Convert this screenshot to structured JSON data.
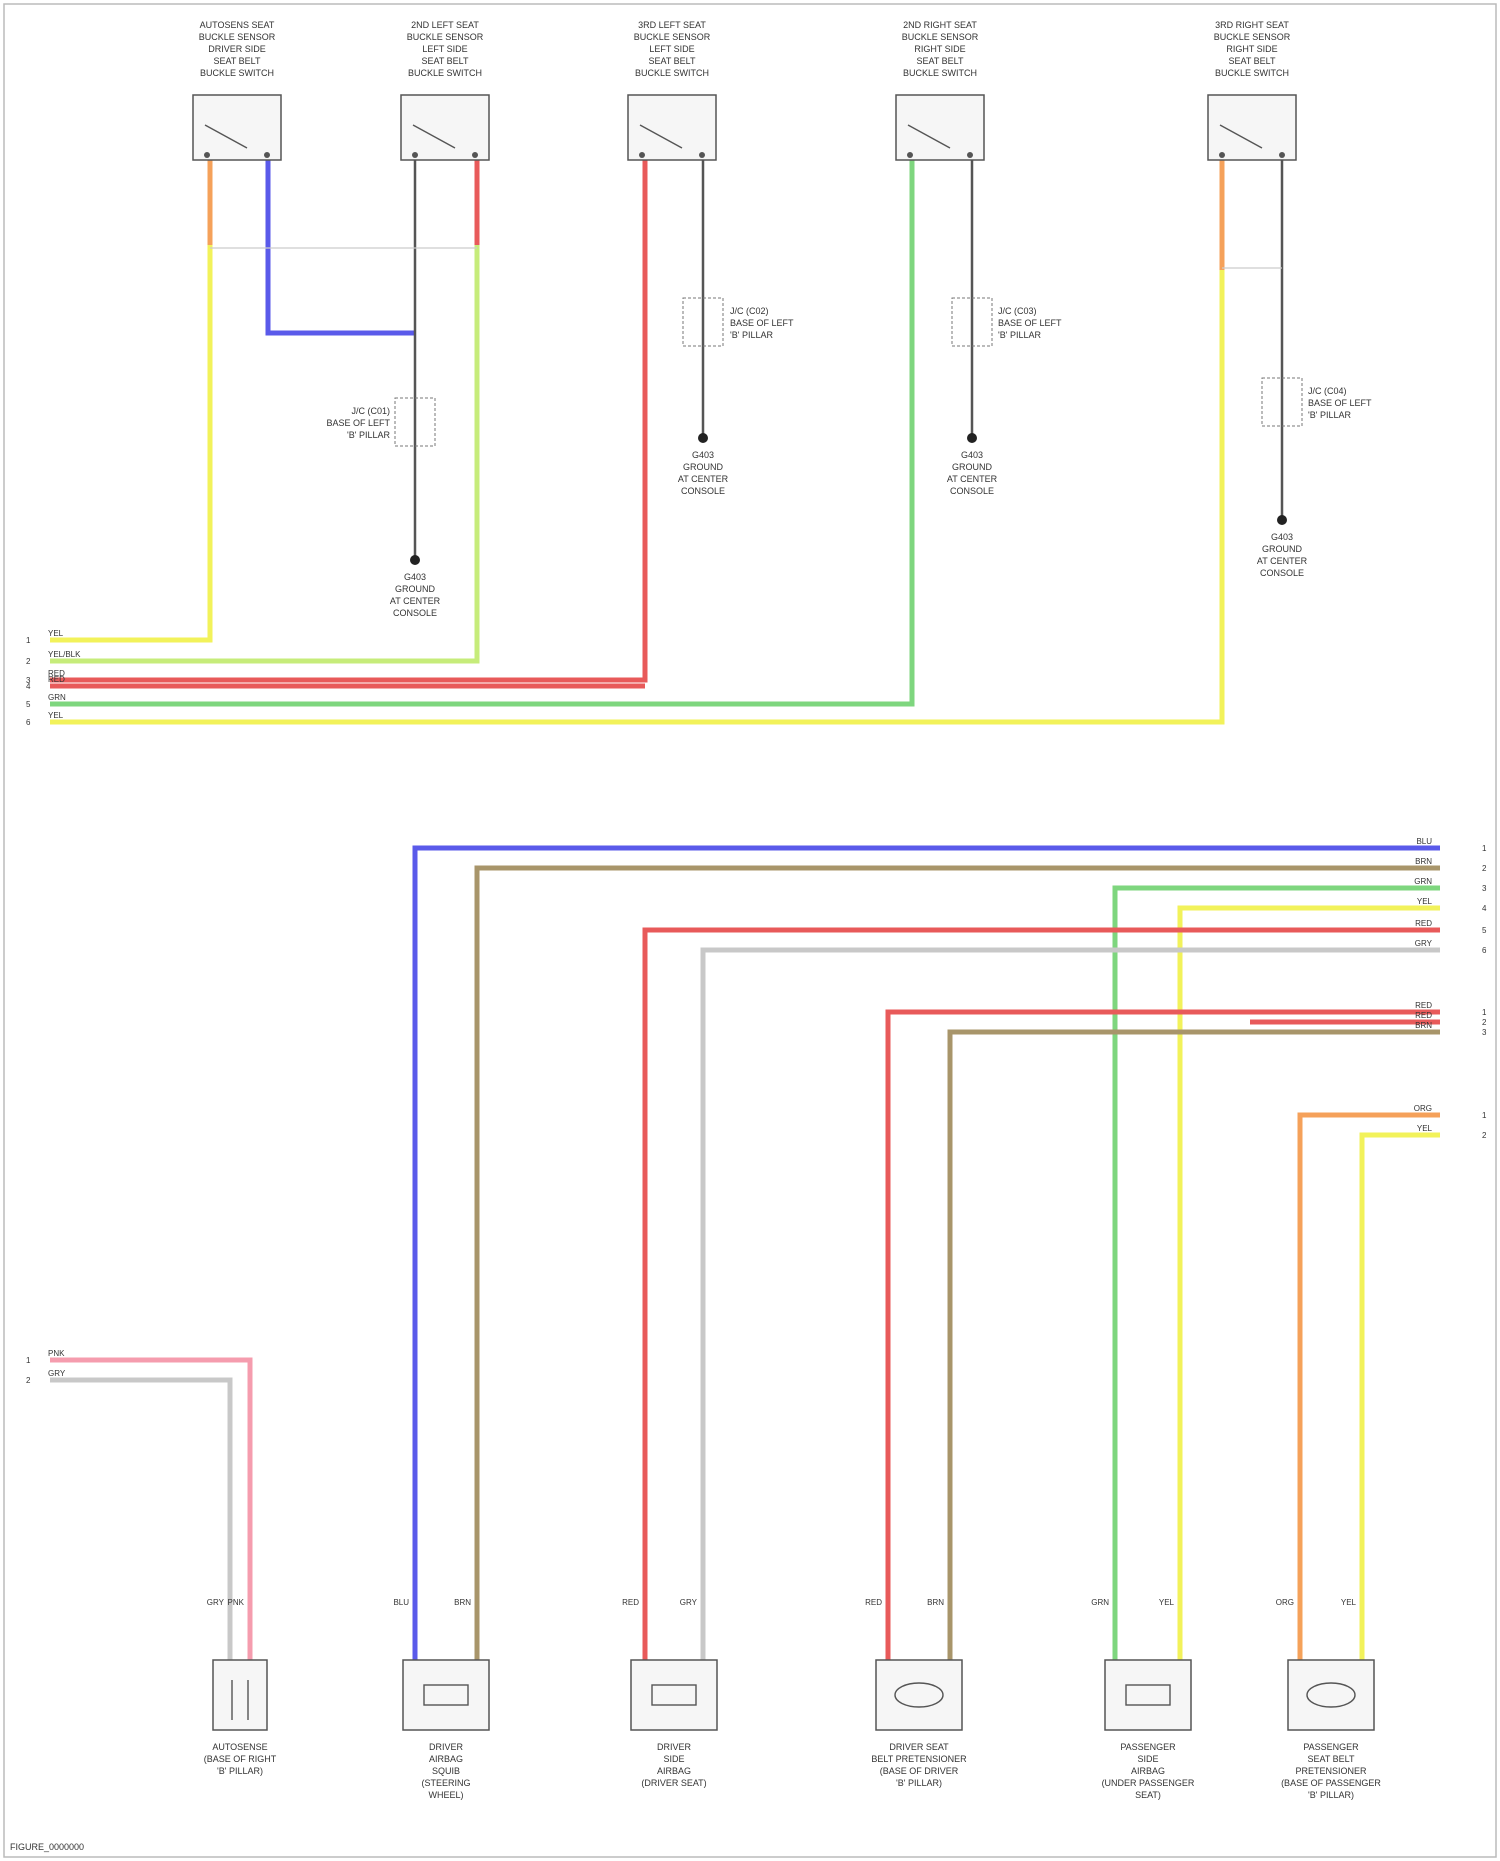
{
  "colors": {
    "YEL": "#f2f25a",
    "RED": "#e85a5a",
    "PNK": "#f59cae",
    "GRN": "#7ed67e",
    "BLU": "#5a5aea",
    "BRN": "#a8956a",
    "ORG": "#f5a15a",
    "GRY": "#c8c8c8",
    "BLK": "#555555",
    "LTGRN": "#c6ec7a"
  },
  "switches": [
    {
      "label": [
        "AUTOSENS SEAT",
        "BUCKLE SENSOR",
        "DRIVER SIDE",
        "SEAT BELT",
        "BUCKLE SWITCH"
      ]
    },
    {
      "label": [
        "2ND LEFT SEAT",
        "BUCKLE SENSOR",
        "LEFT SIDE",
        "SEAT BELT",
        "BUCKLE SWITCH"
      ]
    },
    {
      "label": [
        "3RD LEFT SEAT",
        "BUCKLE SENSOR",
        "LEFT SIDE",
        "SEAT BELT",
        "BUCKLE SWITCH"
      ]
    },
    {
      "label": [
        "2ND RIGHT SEAT",
        "BUCKLE SENSOR",
        "RIGHT SIDE",
        "SEAT BELT",
        "BUCKLE SWITCH"
      ]
    },
    {
      "label": [
        "3RD RIGHT SEAT",
        "BUCKLE SENSOR",
        "RIGHT SIDE",
        "SEAT BELT",
        "BUCKLE SWITCH"
      ]
    }
  ],
  "connectors": [
    {
      "label": [
        "J/C (C01)",
        "BASE OF LEFT",
        "'B' PILLAR"
      ]
    },
    {
      "label": [
        "J/C (C02)",
        "BASE OF LEFT",
        "'B' PILLAR"
      ]
    },
    {
      "label": [
        "J/C (C03)",
        "BASE OF LEFT",
        "'B' PILLAR"
      ]
    },
    {
      "label": [
        "J/C (C04)",
        "BASE OF LEFT",
        "'B' PILLAR"
      ]
    }
  ],
  "grounds": [
    {
      "label": [
        "G403",
        "GROUND",
        "AT CENTER",
        "CONSOLE"
      ]
    },
    {
      "label": [
        "G403",
        "GROUND",
        "AT CENTER",
        "CONSOLE"
      ]
    },
    {
      "label": [
        "G403",
        "GROUND",
        "AT CENTER",
        "CONSOLE"
      ]
    },
    {
      "label": [
        "G403",
        "GROUND",
        "AT CENTER",
        "CONSOLE"
      ]
    }
  ],
  "left_bus": {
    "pins": [
      "1",
      "2",
      "3",
      "4",
      "5",
      "6"
    ],
    "wires": [
      "YEL",
      "YEL/BLK",
      "RED",
      "RED",
      "GRN",
      "YEL"
    ]
  },
  "right_bus": {
    "group1_pins": [
      "1",
      "2",
      "3",
      "4",
      "5",
      "6"
    ],
    "group1_wires": [
      "BLU",
      "BRN",
      "GRN",
      "YEL",
      "RED",
      "GRY"
    ],
    "group2_pins": [
      "1",
      "2",
      "3"
    ],
    "group2_wires": [
      "RED",
      "RED",
      "BRN"
    ],
    "group3_pins": [
      "1",
      "2"
    ],
    "group3_wires": [
      "ORG",
      "YEL"
    ]
  },
  "lower_left": {
    "pins": [
      "1",
      "2"
    ],
    "wires": [
      "PNK",
      "GRY"
    ]
  },
  "bottom_components": [
    {
      "label": [
        "AUTOSENSE",
        "(BASE OF RIGHT",
        "'B' PILLAR)"
      ],
      "wires": [
        "GRY",
        "PNK"
      ]
    },
    {
      "label": [
        "DRIVER",
        "AIRBAG",
        "SQUIB",
        "(STEERING",
        "WHEEL)"
      ],
      "wires": [
        "BLU",
        "BRN"
      ]
    },
    {
      "label": [
        "DRIVER",
        "SIDE",
        "AIRBAG",
        "(DRIVER SEAT)"
      ],
      "wires": [
        "RED",
        "GRY"
      ]
    },
    {
      "label": [
        "DRIVER SEAT",
        "BELT PRETENSIONER",
        "",
        "(BASE OF DRIVER",
        "'B' PILLAR)"
      ],
      "wires": [
        "RED",
        "BRN"
      ]
    },
    {
      "label": [
        "PASSENGER",
        "SIDE",
        "AIRBAG",
        "(UNDER PASSENGER",
        "SEAT)"
      ],
      "wires": [
        "GRN",
        "YEL"
      ]
    },
    {
      "label": [
        "PASSENGER",
        "SEAT BELT",
        "PRETENSIONER",
        "(BASE OF PASSENGER",
        "'B' PILLAR)"
      ],
      "wires": [
        "ORG",
        "YEL"
      ]
    }
  ],
  "footer": "FIGURE_0000000"
}
